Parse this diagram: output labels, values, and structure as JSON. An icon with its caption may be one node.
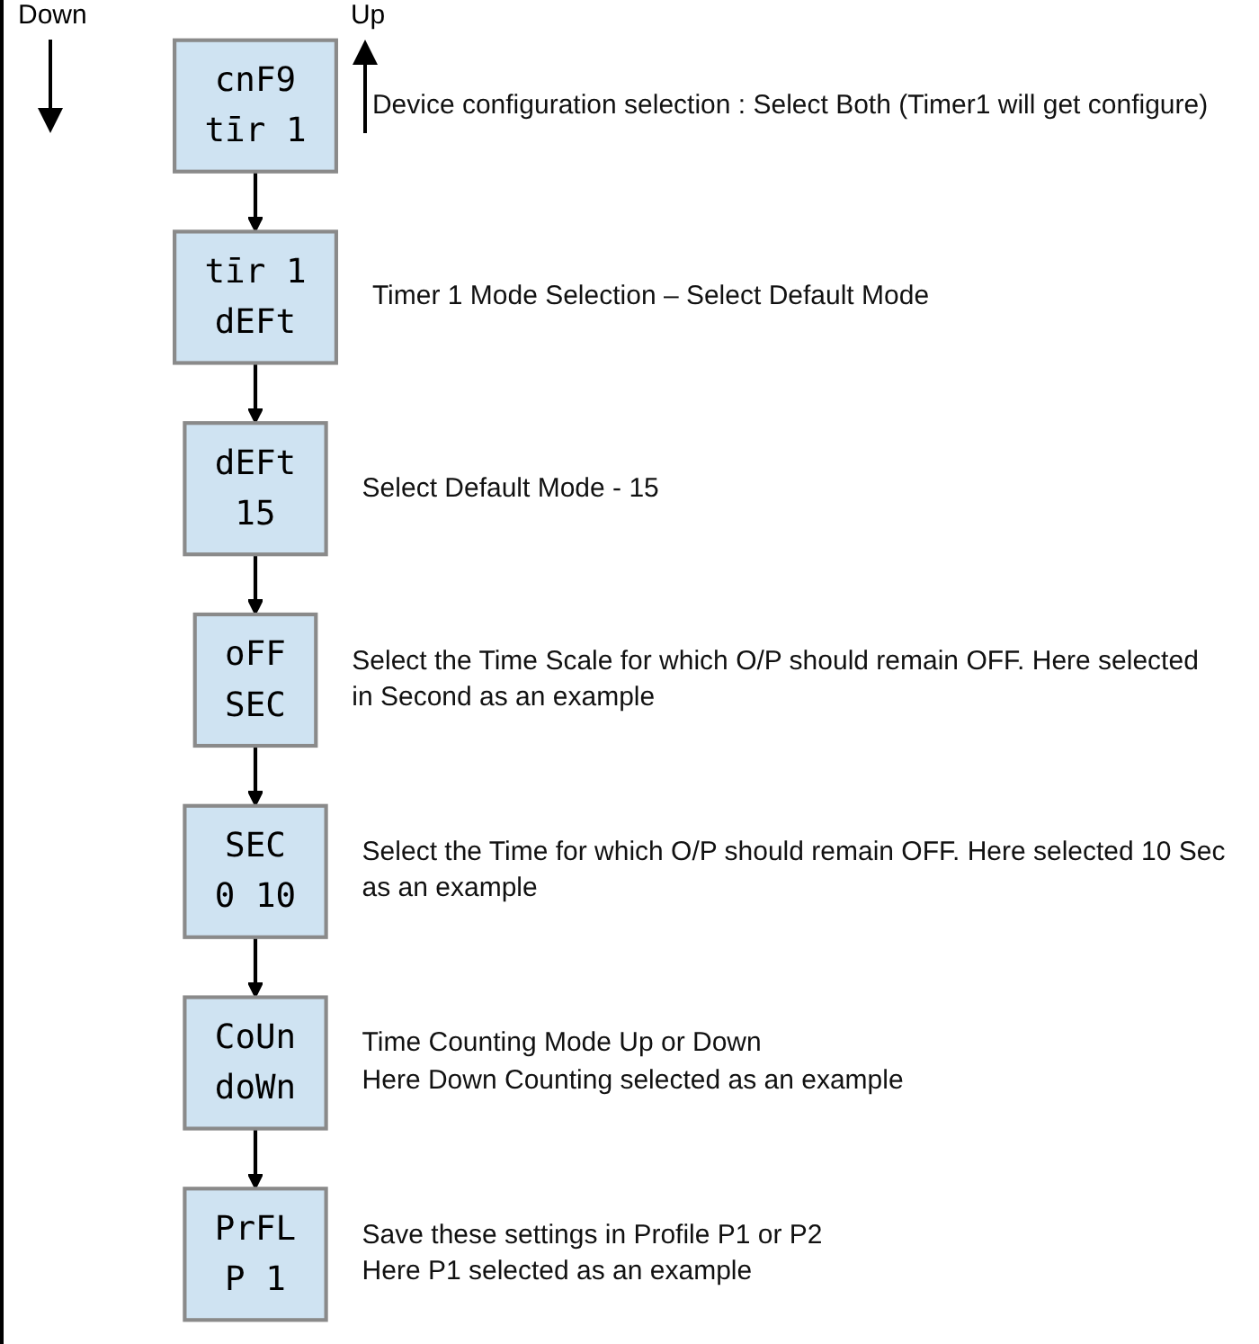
{
  "diagram": {
    "nodes": [
      {
        "text": [
          "cnF9",
          "tīr 1"
        ],
        "beside": [
          "Device configuration selection : Select Both (Timer1 will get configure)"
        ]
      },
      {
        "text": [
          "tīr 1",
          "dEFt"
        ],
        "beside": [
          "Timer 1 Mode Selection – Select Default Mode"
        ]
      },
      {
        "text": [
          "dEFt",
          "15"
        ],
        "beside": [
          "Select Default Mode - 15"
        ]
      },
      {
        "text": [
          "oFF",
          "SEC"
        ],
        "beside": [
          "Select the Time Scale for which O/P should remain OFF. Here selected in Second as an example"
        ]
      },
      {
        "text": [
          "SEC",
          "0 10"
        ],
        "beside": [
          "Select the Time for which O/P should remain OFF. Here selected 10 Sec  as an example"
        ]
      },
      {
        "text": [
          "CoUn",
          "doWn"
        ],
        "beside": [
          "Time Counting Mode Up or Down",
          "Here Down Counting selected as an example"
        ]
      },
      {
        "text": [
          "PrFL",
          "P 1"
        ],
        "beside": [
          "Save these settings in Profile P1 or P2",
          "Here P1 selected as an example"
        ]
      }
    ],
    "edges": [
      {
        "from": 0,
        "to": 1,
        "arrow": "to"
      },
      {
        "from": 1,
        "to": 2,
        "arrow": "to"
      },
      {
        "from": 2,
        "to": 3,
        "arrow": "to"
      },
      {
        "from": 3,
        "to": 4,
        "arrow": "to"
      },
      {
        "from": 4,
        "to": 5,
        "arrow": "to"
      },
      {
        "from": 5,
        "to": 6,
        "arrow": "to"
      }
    ],
    "labels": [
      "Down",
      "Up"
    ]
  }
}
